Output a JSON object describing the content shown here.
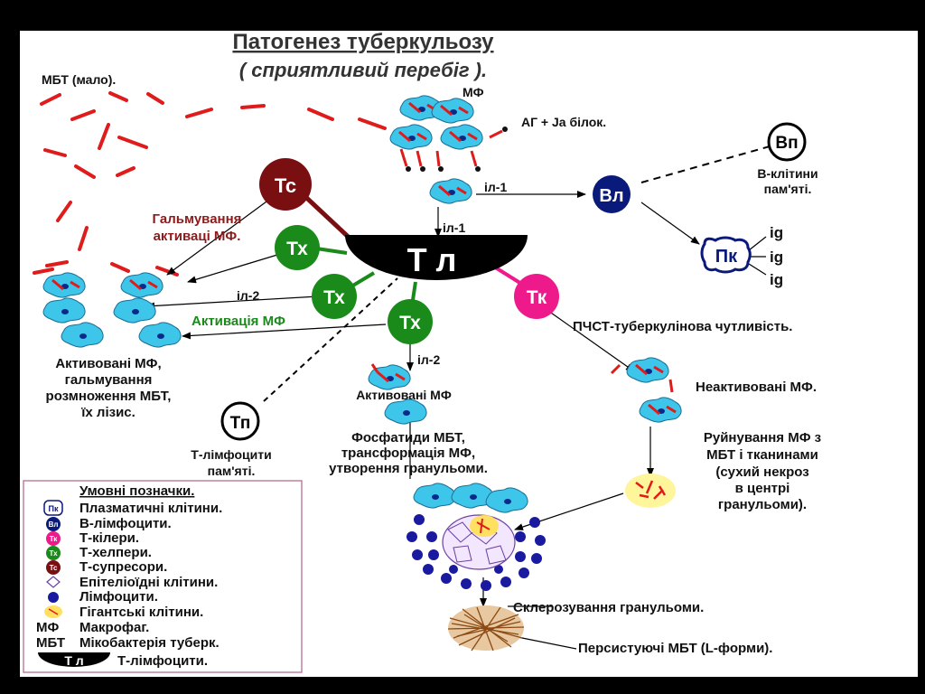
{
  "title": "Патогенез туберкульозу",
  "subtitle": "( сприятливий перебіг ).",
  "labels": {
    "mbt_few": "МБТ  (мало).",
    "mf": "МФ",
    "ag_protein": "АГ + Ја білок.",
    "il1_top": "іл-1",
    "il1_mid": "іл-1",
    "il2_left": "іл-2",
    "il2_mid": "іл-2",
    "b_memory_l1": "В-клітини",
    "b_memory_l2": "пам'яті.",
    "ig1": "ig",
    "ig2": "ig",
    "ig3": "ig",
    "inhibition_l1": "Гальмування",
    "inhibition_l2": "активаці МФ.",
    "activation_mf": "Активація МФ",
    "activated_mf_left_l1": "Активовані МФ,",
    "activated_mf_left_l2": "гальмування",
    "activated_mf_left_l3": "розмноження МБТ,",
    "activated_mf_left_l4": "їх лізис.",
    "t_memory_l1": "Т-лімфоцити",
    "t_memory_l2": "пам'яті.",
    "activated_mf_mid": "Активовані МФ",
    "phosphatides_l1": "Фосфатиди МБТ,",
    "phosphatides_l2": "трансформація МФ,",
    "phosphatides_l3": "утворення гранульоми.",
    "hypersensitivity": "ПЧСТ-туберкулінова  чутливість.",
    "inactive_mf": "Неактивовані МФ.",
    "destruction_l1": "Руйнування МФ з",
    "destruction_l2": "МБТ і тканинами",
    "destruction_l3": "(сухий некроз",
    "destruction_l4": "в центрі",
    "destruction_l5": "гранульоми).",
    "sclerosis": "Склерозування гранульоми.",
    "persisting": "Персистуючі МБТ (L-форми)."
  },
  "cells": {
    "tc": "Тс",
    "tx1": "Тх",
    "tx2": "Тх",
    "tx3": "Тх",
    "tk": "Тк",
    "tl": "Т л",
    "tp": "Тп",
    "bl": "Вл",
    "bp": "Вп",
    "pk": "Пк"
  },
  "legend": {
    "heading": "Умовні позначки.",
    "items": [
      {
        "symbol": "Пк",
        "text": "Плазматичні клітини."
      },
      {
        "symbol": "Вл",
        "text": "В-лімфоцити."
      },
      {
        "symbol": "Тк",
        "text": "Т-кілери."
      },
      {
        "symbol": "Тх",
        "text": "Т-хелпери."
      },
      {
        "symbol": "Тс",
        "text": "Т-супресори."
      },
      {
        "symbol": "",
        "text": "Епітеліоїдні клітини."
      },
      {
        "symbol": "",
        "text": "Лімфоцити."
      },
      {
        "symbol": "",
        "text": "Гігантські клітини."
      },
      {
        "symbol": "МФ",
        "text": "Макрофаг."
      },
      {
        "symbol": "МБТ",
        "text": "Мікобактерія туберк."
      },
      {
        "symbol": "Т л",
        "text": "Т-лімфоцити."
      }
    ]
  },
  "colors": {
    "tc": "#7a0f12",
    "tx": "#1a8a1a",
    "tk": "#ee1a8c",
    "bl": "#0a1a7a",
    "mf": "#3ec5ea",
    "mbt": "#e01b1b",
    "text_red": "#8b1a1a",
    "text_green": "#1a8a1a",
    "legend_border": "#c080a0"
  }
}
